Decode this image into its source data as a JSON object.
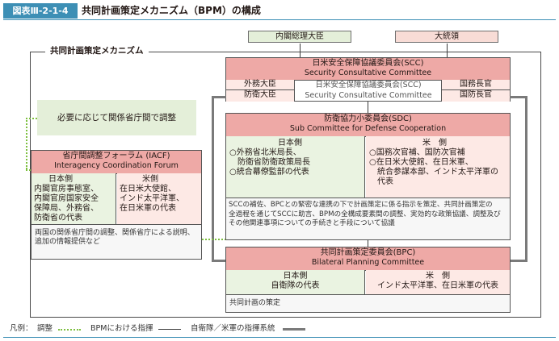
{
  "figure": {
    "number": "図表Ⅲ-2-1-4",
    "title": "共同計画策定メカニズム（BPM）の構成"
  },
  "top_boxes": {
    "pm": "内閣総理大臣",
    "president": "大統領"
  },
  "mechanism_label": "共同計画策定メカニズム",
  "scc": {
    "title_ja": "日米安全保障協議委員会(SCC)",
    "title_en": "Security Consultative Committee",
    "left_members": [
      "外務大臣",
      "防衛大臣"
    ],
    "right_members": [
      "国務長官",
      "国防長官"
    ],
    "center_ja": "日米安全保障協議委員会(SCC)",
    "center_en": "Security Consultative Committee"
  },
  "relevant_ministries": "必要に応じて関係省庁間で調整",
  "iacf": {
    "title_ja": "省庁間調整フォーラム (IACF)",
    "title_en": "Interagency Coordination Forum",
    "japan_head": "日本側",
    "japan_lines": [
      "内閣官房事態室、",
      "内閣官房国家安全",
      "保障局、外務省、",
      "防衛省の代表"
    ],
    "us_head": "米側",
    "us_lines": [
      "在日米大使館、",
      "インド太平洋軍、",
      "在日米軍の代表"
    ],
    "note_lines": [
      "両国の関係省庁間の調整、関係省庁による説明、",
      "追加の情報提供など"
    ]
  },
  "sdc": {
    "title_ja": "防衛協力小委員会(SDC)",
    "title_en": "Sub Committee for Defense Cooperation",
    "japan_head": "日本側",
    "japan_lines": [
      "○外務省北米局長、",
      "　防衛省防衛政策局長",
      "○統合幕僚監部の代表"
    ],
    "us_head": "米　側",
    "us_lines": [
      "○国務次官補、国防次官補",
      "○在日米大使館、在日米軍、",
      "　統合参謀本部、インド太平洋軍の",
      "　代表"
    ],
    "note_lines": [
      "SCCの補佐、BPCとの緊密な連携の下で計画策定に係る指示を策定、共同計画策定の",
      "全過程を通じてSCCに助言、BPMの全構成要素間の調整、実効的な政策協議、調整及び",
      "その他関連事項についての手続きと手段について協議"
    ]
  },
  "bpc": {
    "title_ja": "共同計画策定委員会(BPC)",
    "title_en": "Bilateral Planning Committee",
    "japan_head": "日本側",
    "japan_line": "自衛隊の代表",
    "us_head": "米　側",
    "us_line": "インド太平洋軍、在日米軍の代表",
    "note": "共同計画の策定"
  },
  "legend": {
    "prefix": "凡例：",
    "coordination": "調整",
    "bpm_command": "BPMにおける指揮",
    "sdf_us_command": "自衛隊／米軍の指揮系統"
  },
  "colors": {
    "header_pink": "#eea9a6",
    "light_pink": "#f8dcd6",
    "light_green": "#e4efd9",
    "coordination_green": "#7dbf3f",
    "title_blue": "#3d8fb5"
  }
}
